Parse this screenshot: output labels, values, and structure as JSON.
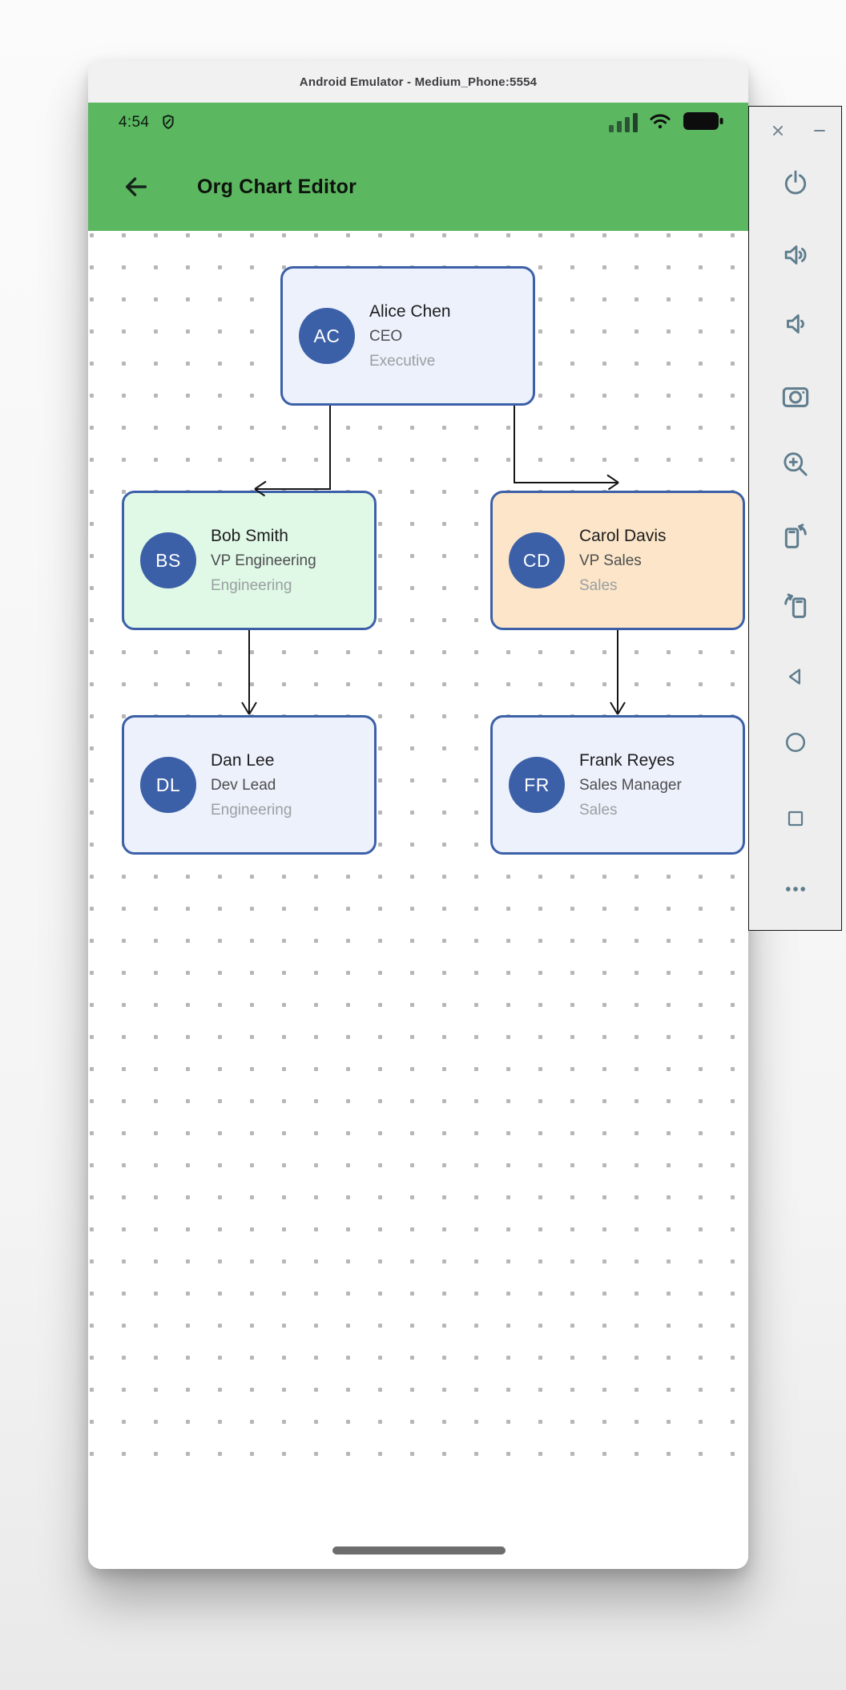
{
  "window": {
    "title": "Android Emulator - Medium_Phone:5554"
  },
  "status_bar": {
    "time": "4:54",
    "icons": [
      "privacy-shield-icon",
      "signal-icon",
      "wifi-icon",
      "battery-full-icon"
    ]
  },
  "app_bar": {
    "title": "Org Chart Editor",
    "back_label": "back"
  },
  "colors": {
    "header_green": "#5cb761",
    "node_border_blue": "#3c60a8",
    "avatar_blue": "#3c60a8",
    "canvas_dot_gray": "#b7b7b7",
    "edge_black": "#151515",
    "panel_gray": "#eeeeee",
    "panel_icon_slate": "#5e7d8d"
  },
  "org_chart": {
    "nodes": [
      {
        "id": "alice",
        "initials": "AC",
        "name": "Alice Chen",
        "role": "CEO",
        "department": "Executive",
        "bg_color": "#edf1fb"
      },
      {
        "id": "bob",
        "initials": "BS",
        "name": "Bob Smith",
        "role": "VP Engineering",
        "department": "Engineering",
        "bg_color": "#e0f8e6"
      },
      {
        "id": "carol",
        "initials": "CD",
        "name": "Carol Davis",
        "role": "VP Sales",
        "department": "Sales",
        "bg_color": "#fce5c8"
      },
      {
        "id": "dan",
        "initials": "DL",
        "name": "Dan Lee",
        "role": "Dev Lead",
        "department": "Engineering",
        "bg_color": "#edf1fb"
      },
      {
        "id": "frank",
        "initials": "FR",
        "name": "Frank Reyes",
        "role": "Sales Manager",
        "department": "Sales",
        "bg_color": "#edf1fb"
      }
    ],
    "edges": [
      {
        "from": "alice",
        "to": "bob"
      },
      {
        "from": "alice",
        "to": "carol"
      },
      {
        "from": "bob",
        "to": "dan"
      },
      {
        "from": "carol",
        "to": "frank"
      }
    ]
  },
  "emulator_toolbar": {
    "close_label": "close",
    "minimize_label": "minimize",
    "buttons": [
      {
        "name": "power"
      },
      {
        "name": "volume-up"
      },
      {
        "name": "volume-down"
      },
      {
        "name": "camera-screenshot"
      },
      {
        "name": "zoom-in"
      },
      {
        "name": "rotate-counterclockwise"
      },
      {
        "name": "rotate-clockwise"
      },
      {
        "name": "back"
      },
      {
        "name": "home"
      },
      {
        "name": "overview"
      },
      {
        "name": "more"
      }
    ]
  }
}
